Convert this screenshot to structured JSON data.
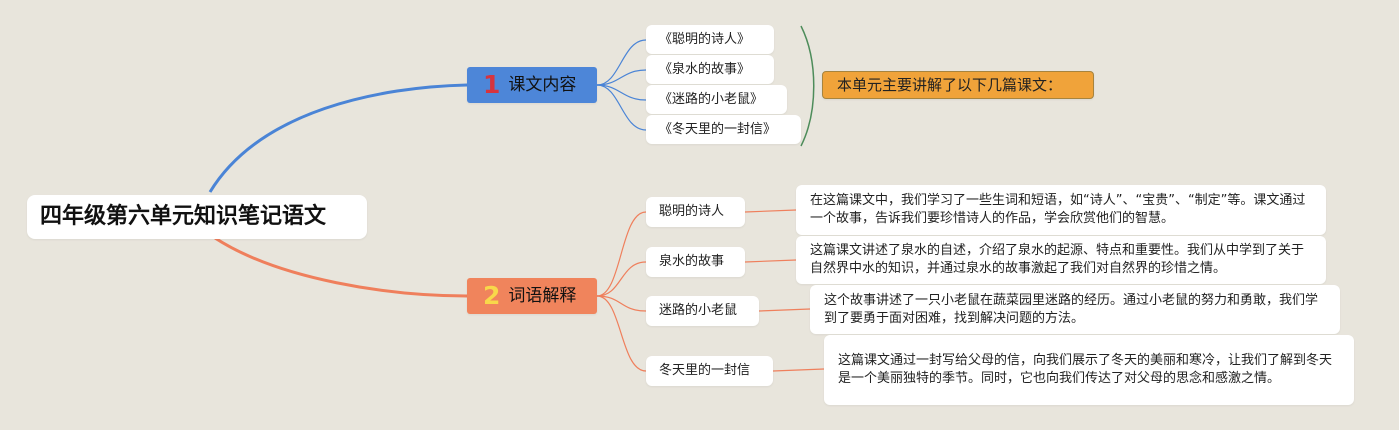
{
  "root": {
    "title": "四年级第六单元知识笔记语文"
  },
  "branch1": {
    "number": "1",
    "label": "课文内容",
    "items": [
      "《聪明的诗人》",
      "《泉水的故事》",
      "《迷路的小老鼠》",
      "《冬天里的一封信》"
    ],
    "summary": "本单元主要讲解了以下几篇课文："
  },
  "branch2": {
    "number": "2",
    "label": "词语解释",
    "items": [
      {
        "term": "聪明的诗人",
        "desc": "在这篇课文中，我们学习了一些生词和短语，如“诗人”、“宝贵”、“制定”等。课文通过一个故事，告诉我们要珍惜诗人的作品，学会欣赏他们的智慧。"
      },
      {
        "term": "泉水的故事",
        "desc": "这篇课文讲述了泉水的自述，介绍了泉水的起源、特点和重要性。我们从中学到了关于自然界中水的知识，并通过泉水的故事激起了我们对自然界的珍惜之情。"
      },
      {
        "term": "迷路的小老鼠",
        "desc": "这个故事讲述了一只小老鼠在蔬菜园里迷路的经历。通过小老鼠的努力和勇敢，我们学到了要勇于面对困难，找到解决问题的方法。"
      },
      {
        "term": "冬天里的一封信",
        "desc": "这篇课文通过一封写给父母的信，向我们展示了冬天的美丽和寒冷，让我们了解到冬天是一个美丽独特的季节。同时，它也向我们传达了对父母的思念和感激之情。"
      }
    ]
  },
  "colors": {
    "background": "#e8e5dc",
    "branch1": "#4d86d8",
    "branch1_link": "#4a84d6",
    "branch2": "#f0845c",
    "branch2_link": "#ef7f5c",
    "number1": "#d6343e",
    "number2": "#f8d84a",
    "summary": "#f0a33a",
    "bracket": "#4d8c5a"
  }
}
